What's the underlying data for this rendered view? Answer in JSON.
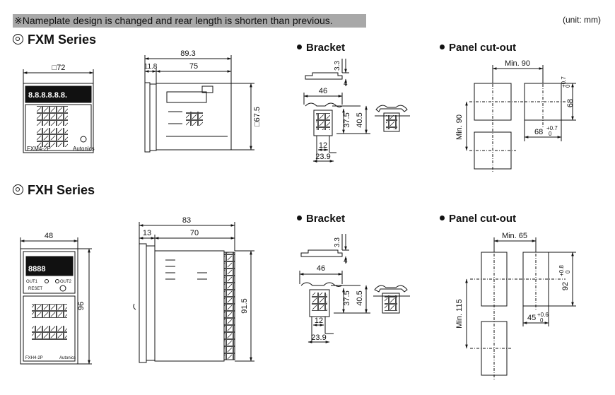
{
  "note": "※Nameplate design is changed and rear length is shorten than previous.",
  "unit": "(unit: mm)",
  "fxm": {
    "title": "FXM Series",
    "front_width": "□72",
    "side_total": "89.3",
    "side_front": "11.8",
    "side_body": "75",
    "side_height": "□67.5",
    "model": "FXM4-2P",
    "brand": "Autonics",
    "bracket": {
      "heading": "Bracket",
      "d1": "3.3",
      "d2": "4",
      "w1": "46",
      "h1": "37.5",
      "h2": "40.5",
      "w2": "12",
      "w3": "23.9"
    },
    "cutout": {
      "heading": "Panel cut-out",
      "min_h": "Min. 90",
      "min_v": "Min. 90",
      "size_v": "68",
      "size_h": "68",
      "tol_plus": "+0.7",
      "tol_zero": "0"
    }
  },
  "fxh": {
    "title": "FXH Series",
    "front_width": "48",
    "front_height": "96",
    "side_total": "83",
    "side_front": "13",
    "side_body": "70",
    "side_height": "91.5",
    "model": "FXH4-2P",
    "brand": "Autonics",
    "out1": "OUT1",
    "out2": "OUT2",
    "reset": "RESET",
    "bracket": {
      "heading": "Bracket",
      "d1": "3.3",
      "d2": "4",
      "w1": "46",
      "h1": "37.5",
      "h2": "40.5",
      "w2": "12",
      "w3": "23.9"
    },
    "cutout": {
      "heading": "Panel cut-out",
      "min_h": "Min. 65",
      "min_v": "Min. 115",
      "size_v": "92",
      "tol_v_plus": "+0.8",
      "size_h": "45",
      "tol_h_plus": "+0.6",
      "tol_zero": "0"
    }
  }
}
